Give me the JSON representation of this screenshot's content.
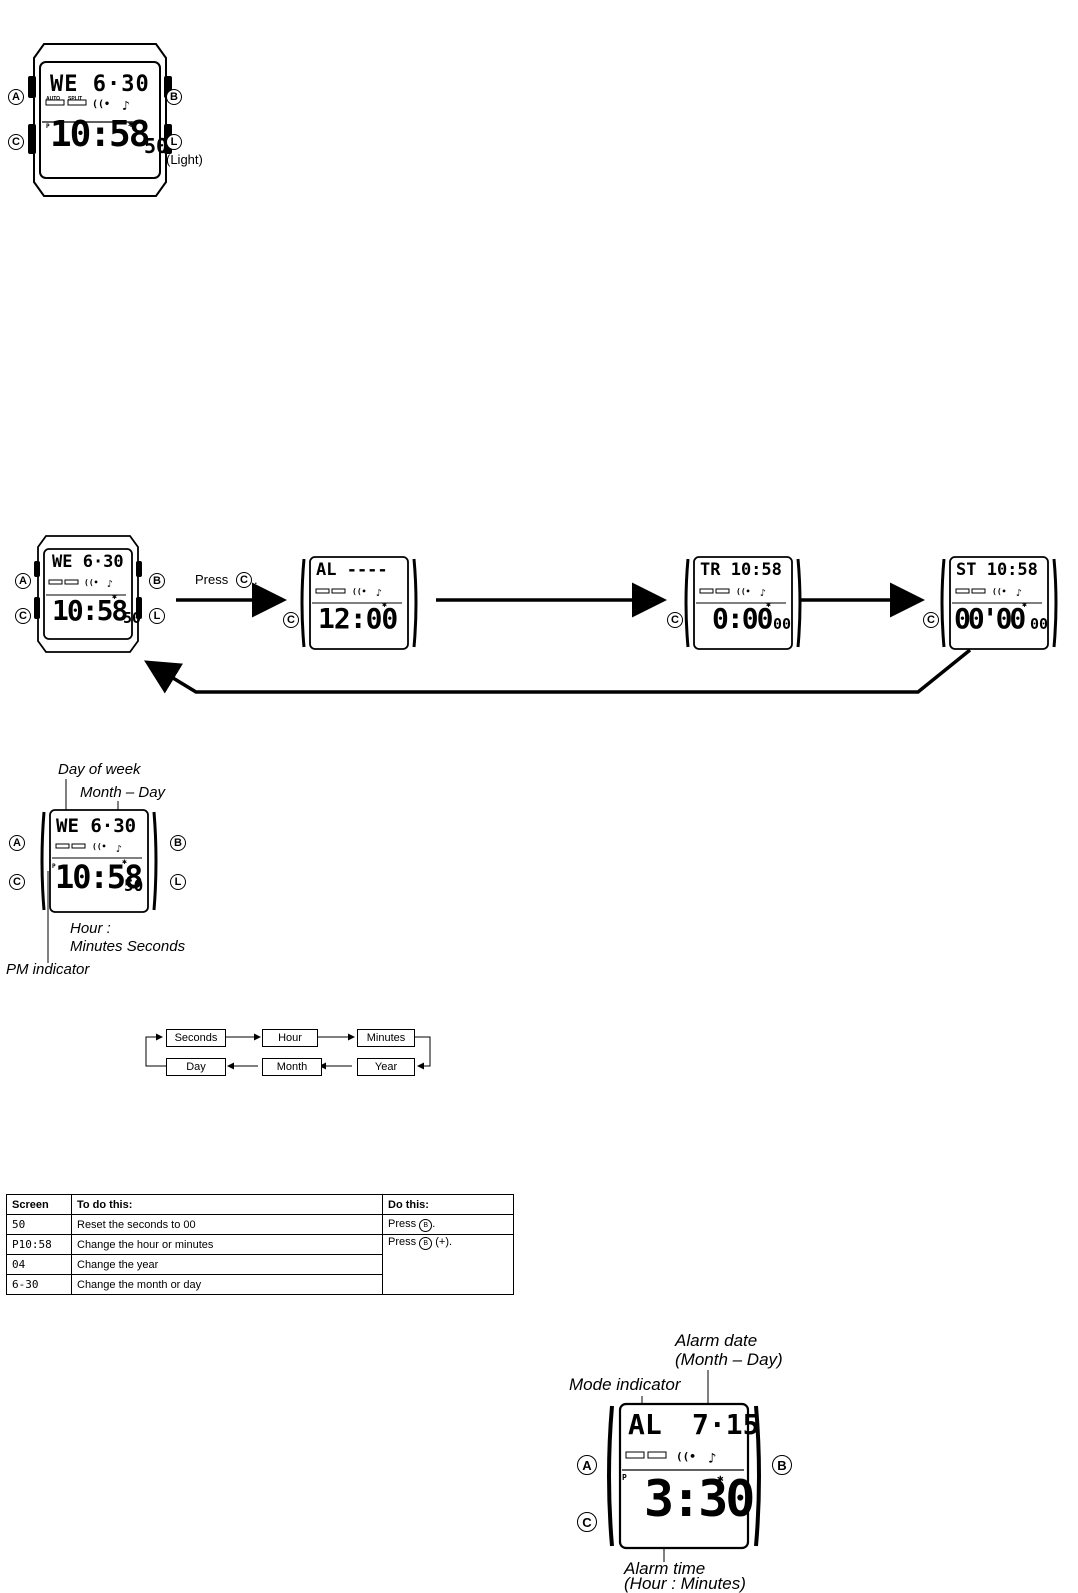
{
  "watch_top": {
    "upper": "WE  6·30",
    "lower_time": "10:58",
    "lower_sec": "50",
    "ind_auto": "AUTO",
    "ind_split": "SPLIT",
    "btn_a": "A",
    "btn_b": "B",
    "btn_c": "C",
    "btn_l": "L",
    "light_label": "(Light)"
  },
  "mode_cycle": {
    "press_text": "Press",
    "press_btn": "C",
    "period": ".",
    "timekeeping": {
      "upper": "WE  6·30",
      "lower_time": "10:58",
      "lower_sec": "50"
    },
    "alarm": {
      "upper": "AL  ----",
      "lower": "12:00"
    },
    "timer": {
      "upper": "TR 10:58",
      "lower": "0:00",
      "lower_sec": "00"
    },
    "stopwatch": {
      "upper": "ST 10:58",
      "lower": "00'00",
      "lower_sec": "00"
    }
  },
  "time_display": {
    "upper": "WE  6·30",
    "lower_time": "10:58",
    "lower_sec": "50",
    "label_day_of_week": "Day of week",
    "label_month_day": "Month – Day",
    "label_hour_minutes_1": "Hour :",
    "label_hour_minutes_2": "Minutes Seconds",
    "label_pm": "PM indicator"
  },
  "setting_sequence": {
    "items": [
      "Seconds",
      "Hour",
      "Minutes",
      "Year",
      "Month",
      "Day"
    ]
  },
  "ops_table": {
    "headers": [
      "Screen",
      "To do this:",
      "Do this:"
    ],
    "rows": [
      {
        "screen": "50",
        "action": "Reset the seconds to 00",
        "do": "Press",
        "do_btn": "B",
        "do_tail": "."
      },
      {
        "screen": "P10:58",
        "action": "Change the hour or minutes",
        "do": "Press",
        "do_btn": "B",
        "do_tail": "(+)."
      },
      {
        "screen": "04",
        "action": "Change the year"
      },
      {
        "screen": "6-30",
        "action": "Change the month or day"
      }
    ]
  },
  "alarm_display": {
    "upper_mode": "AL",
    "upper_date": "7·15",
    "lower": "3:30",
    "label_alarm_date_1": "Alarm date",
    "label_alarm_date_2": "(Month – Day)",
    "label_mode": "Mode indicator",
    "label_alarm_time_1": "Alarm time",
    "label_alarm_time_2": "(Hour : Minutes)"
  }
}
